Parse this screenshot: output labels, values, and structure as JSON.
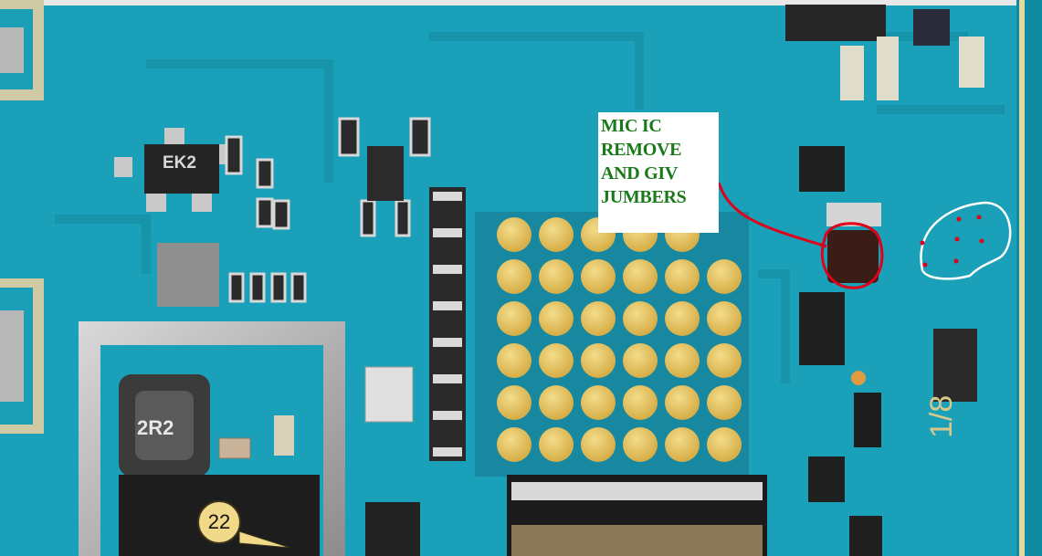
{
  "annotation": {
    "lines": [
      "MIC IC",
      "REMOVE",
      "AND GIV",
      "JUMBERS"
    ],
    "text_color": "#1a7a1a",
    "outline_color": "#e0001a"
  },
  "silkscreen": {
    "ic_marking": "EK2",
    "inductor_marking": "2R2",
    "marker_number": "22",
    "board_mark": "1/8"
  },
  "colors": {
    "pcb": "#1aa0b8",
    "pad": "#e6c25a",
    "component": "#2a2a2a"
  }
}
